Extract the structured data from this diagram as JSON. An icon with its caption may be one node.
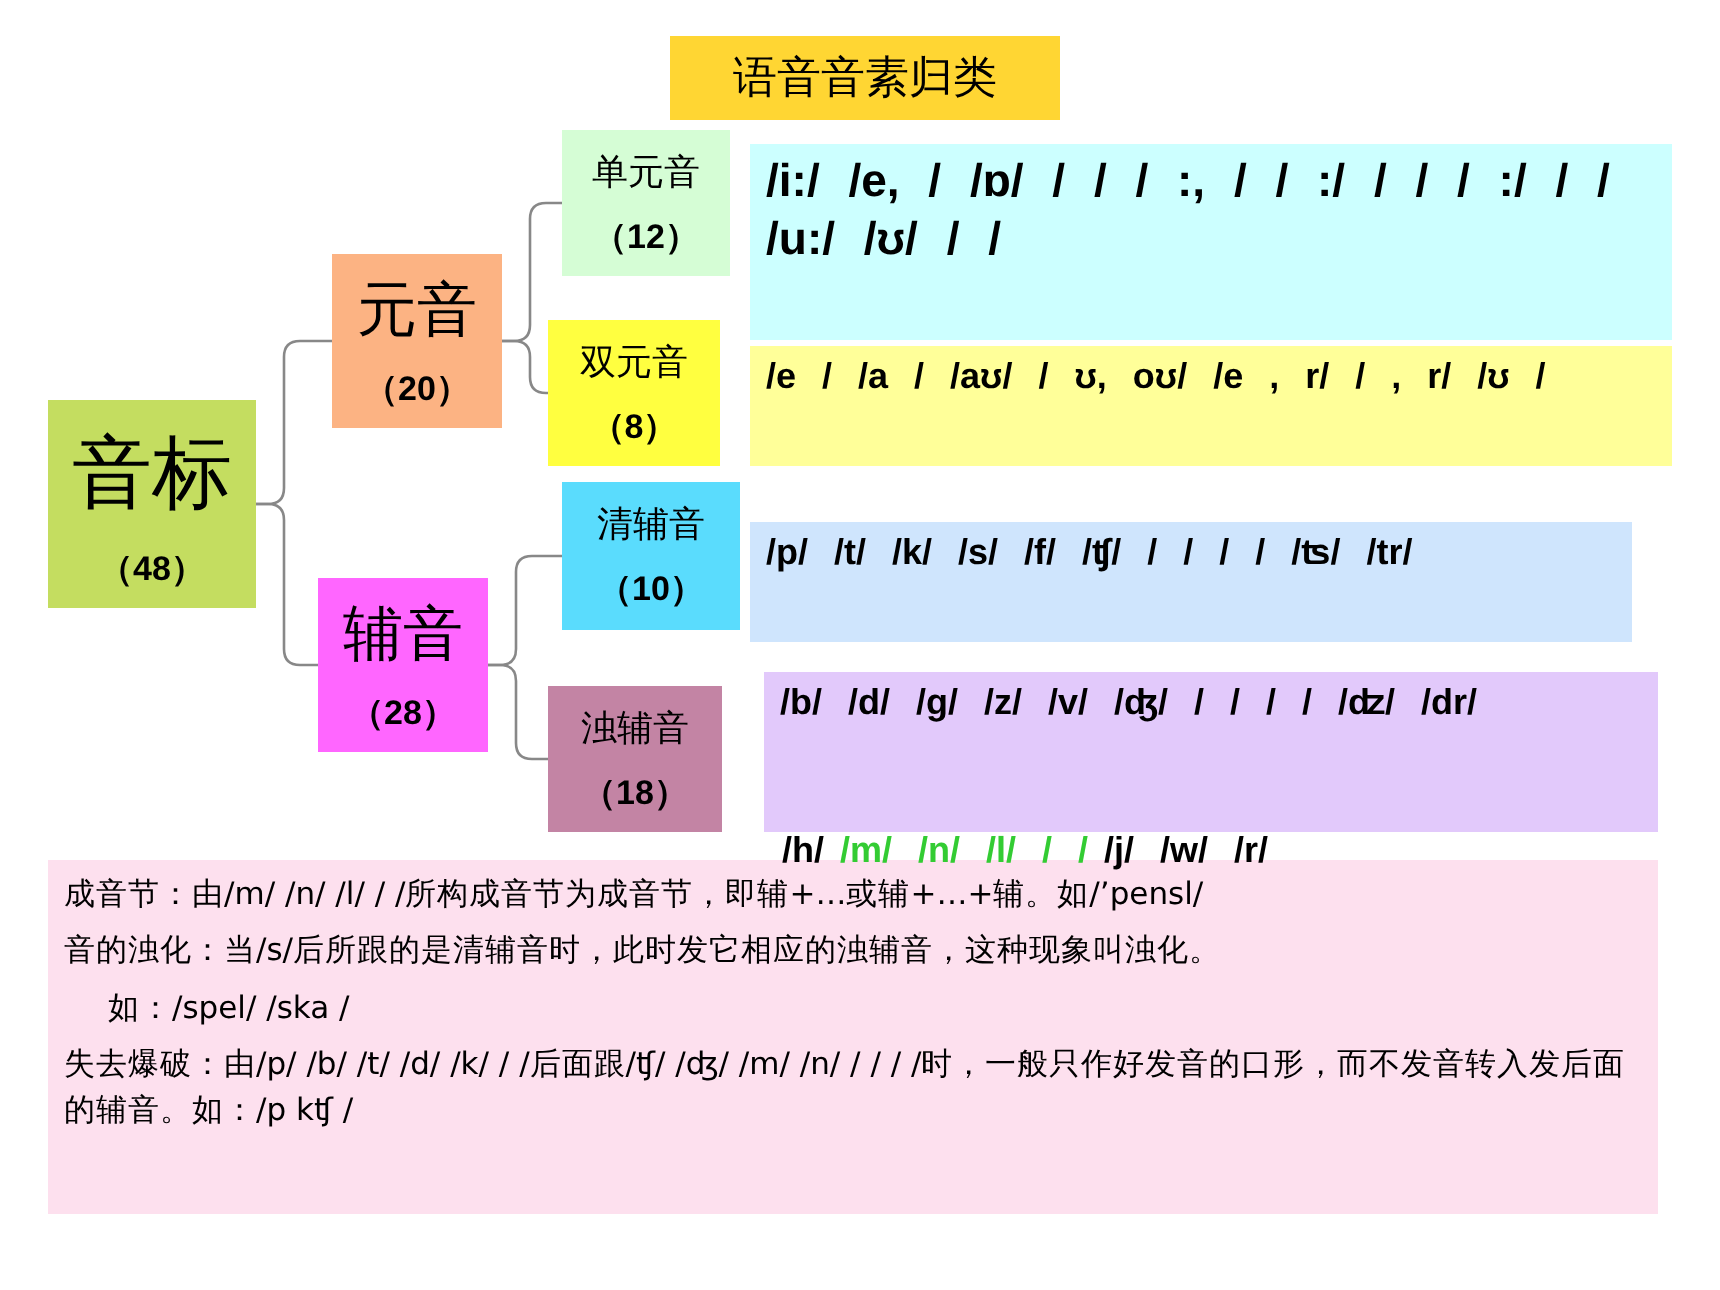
{
  "diagram": {
    "title": "语音音素归类",
    "nodes": [
      {
        "text": [
          "音标",
          "（48）"
        ]
      },
      {
        "text": [
          "元音",
          "（20）"
        ]
      },
      {
        "text": [
          "辅音",
          "（28）"
        ]
      },
      {
        "text": [
          "单元音",
          "（12）"
        ]
      },
      {
        "text": [
          "双元音",
          "（8）"
        ]
      },
      {
        "text": [
          "清辅音",
          "（10）"
        ]
      },
      {
        "text": [
          "浊辅音",
          "（18）"
        ]
      },
      {
        "text": [
          "/i:/ /e, / /ɒ/ / / / :, / / :/ / / / :/ / / /u:/ /ʊ/ / /"
        ]
      },
      {
        "text": [
          "/e / /a / /aʊ/ / ʊ, oʊ/ /e , r/ / , r/ /ʊ /"
        ]
      },
      {
        "text": [
          "/p/ /t/ /k/ /s/ /f/ /ʧ/ / / / / /ʦ/ /tr/"
        ]
      },
      {
        "text": [
          "/b/ /d/ /g/ /z/ /v/ /ʤ/ / / / / /ʣ/ /dr/"
        ]
      },
      {
        "text": [
          "成音节：由/m/ /n/ /l/ / /所构成音节为成音节，即辅+…或辅+…+辅。如/’pensl/",
          "音的浊化：当/s/后所跟的是清辅音时，此时发它相应的浊辅音，这种现象叫浊化。",
          "如：/spel/ /ska /",
          "失去爆破：由/p/ /b/ /t/ /d/ /k/ / /后面跟/ʧ/ /ʤ/ /m/ /n/ / / / /时，一般只作好发音的口形，而不发音转入发后面的辅音。如：/p kʧ /"
        ]
      }
    ],
    "edges": [
      {
        "from": 0,
        "to": 1,
        "arrow": "none"
      },
      {
        "from": 0,
        "to": 2,
        "arrow": "none"
      },
      {
        "from": 1,
        "to": 3,
        "arrow": "none"
      },
      {
        "from": 1,
        "to": 4,
        "arrow": "none"
      },
      {
        "from": 2,
        "to": 5,
        "arrow": "none"
      },
      {
        "from": 2,
        "to": 6,
        "arrow": "none"
      }
    ],
    "labels": [
      "/h/",
      "/m/ /n/ /l/ / /",
      "/j/ /w/ /r/"
    ]
  }
}
